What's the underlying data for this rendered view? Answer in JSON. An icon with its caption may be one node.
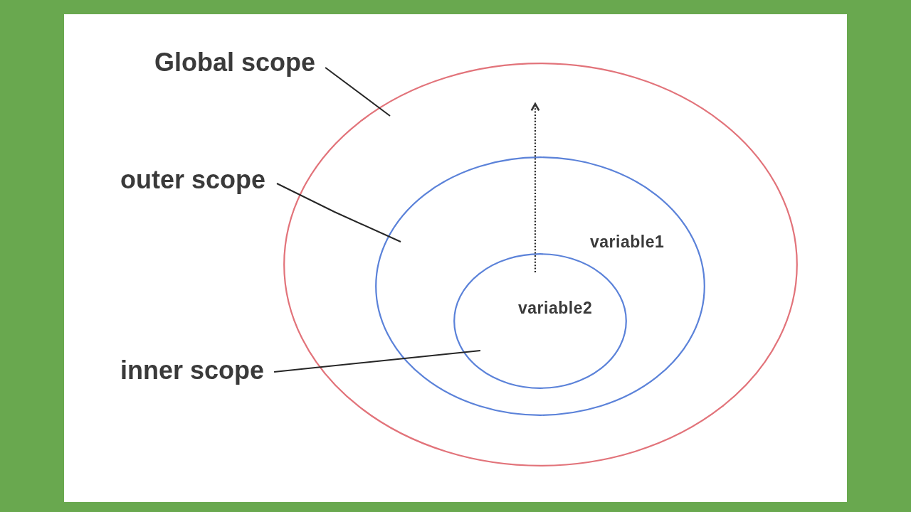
{
  "diagram": {
    "nodes": [
      {
        "text": [
          "Global scope"
        ]
      },
      {
        "text": [],
        "shape": "ellipse"
      },
      {
        "text": [
          "outer scope"
        ]
      },
      {
        "text": [
          "variable1"
        ],
        "in": 1
      },
      {
        "text": [
          "inner scope"
        ]
      },
      {
        "text": [
          "variable2"
        ],
        "in": 3
      }
    ],
    "edges": [
      {
        "from": 0,
        "to": 1,
        "arrow": "none"
      },
      {
        "from": 2,
        "to": 3,
        "arrow": "none"
      },
      {
        "from": 4,
        "to": 5,
        "arrow": "none"
      },
      {
        "from": 5,
        "to": 1,
        "arrow": "to",
        "style": "dashed"
      }
    ]
  }
}
